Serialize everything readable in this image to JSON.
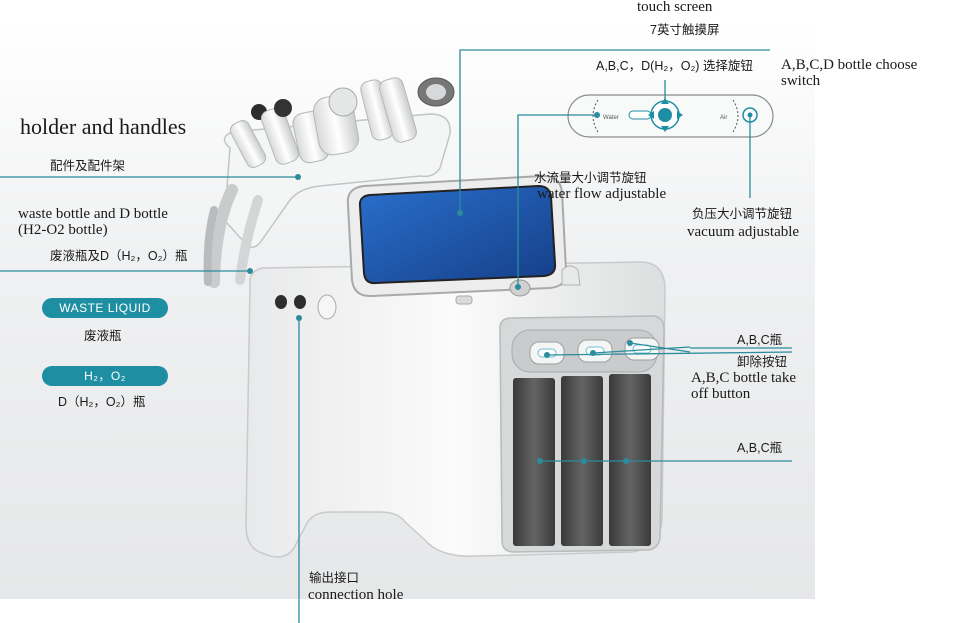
{
  "labels": {
    "touch_screen_en": "touch screen",
    "touch_screen_cn": "7英寸触摸屏",
    "abcd_switch_cn": "A,B,C，D(H₂，O₂) 选择旋钮",
    "abcd_switch_en_1": "A,B,C,D bottle choose",
    "abcd_switch_en_2": "switch",
    "holder_en": "holder and handles",
    "holder_cn": "配件及配件架",
    "waste_en_1": "waste bottle and D bottle",
    "waste_en_2": "(H2-O2 bottle)",
    "waste_cn": "废液瓶及D（H₂，O₂）瓶",
    "water_flow_cn": "水流量大小调节旋钮",
    "water_flow_en": "water flow adjustable",
    "vacuum_cn": "负压大小调节旋钮",
    "vacuum_en": "vacuum adjustable",
    "abc_bottle_cn_1": "A,B,C瓶",
    "takeoff_cn": "卸除按钮",
    "takeoff_en_1": "A,B,C bottle take",
    "takeoff_en_2": "off button",
    "abc_bottle_cn_2": "A,B,C瓶",
    "connection_cn": "输出接口",
    "connection_en": "connection hole"
  },
  "legend": {
    "waste_pill": "WASTE LIQUID",
    "waste_desc": "废液瓶",
    "h2o2_pill": "H₂，O₂",
    "h2o2_desc": "D（H₂，O₂）瓶"
  },
  "panel": {
    "left_text": "Water",
    "right_text": "Air"
  },
  "colors": {
    "accent": "#1e8fa3",
    "leader_line": "#2a8c9c",
    "screen": "#1f5fb8",
    "bottle_dark": "#3c3c3c"
  }
}
